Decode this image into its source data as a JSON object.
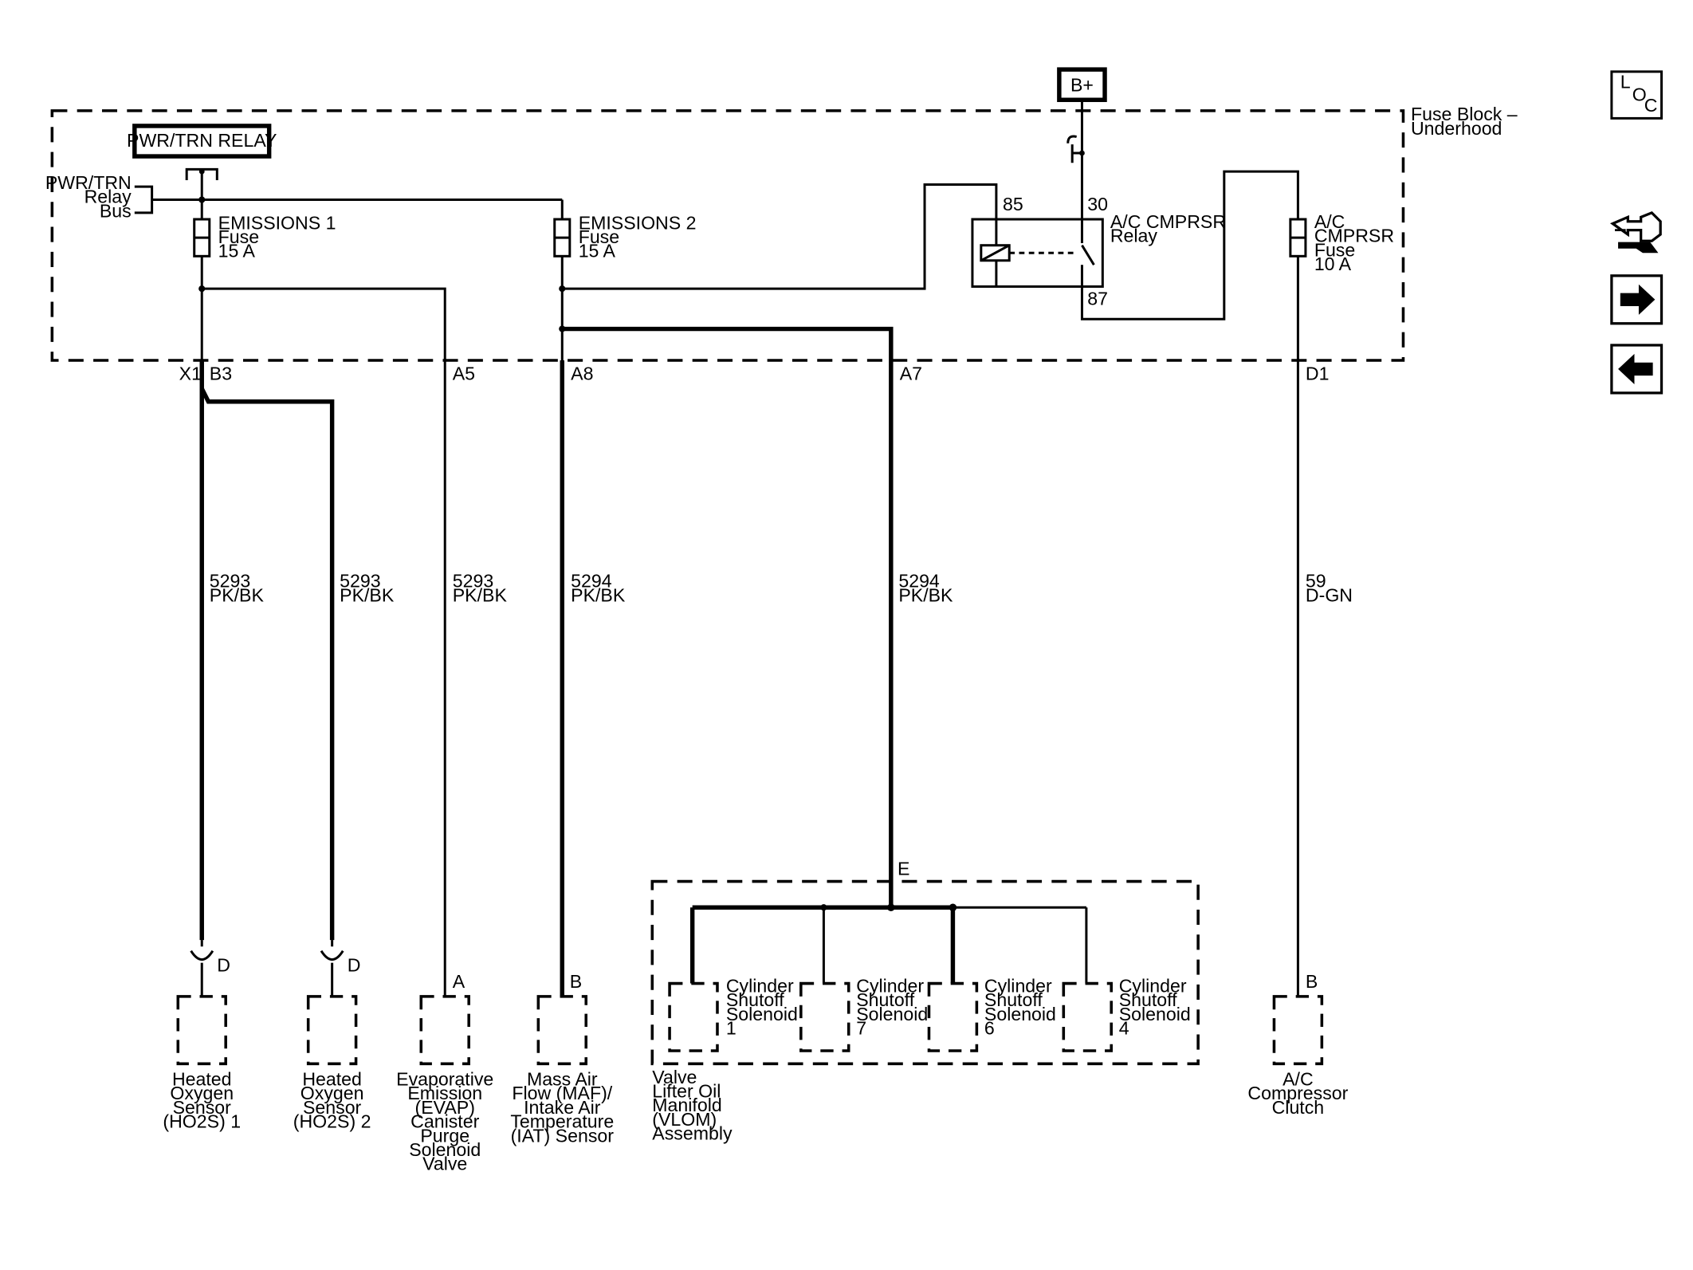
{
  "nav": {
    "loc_l": "L",
    "loc_o": "O",
    "loc_c": "C",
    "colors": {
      "line": "#000000",
      "background": "#ffffff"
    }
  },
  "labels": {
    "bplus": "B+",
    "pwr_relay_box": "PWR/TRN RELAY",
    "fuse_block_1": "Fuse Block –",
    "fuse_block_2": "Underhood",
    "relay_bus_1": "PWR/TRN",
    "relay_bus_2": "Relay",
    "relay_bus_3": "Bus",
    "em1_name": "EMISSIONS 1",
    "em1_type": "Fuse",
    "em1_rating": "15 A",
    "em2_name": "EMISSIONS 2",
    "em2_type": "Fuse",
    "em2_rating": "15 A",
    "ac_relay_1": "A/C CMPRSR",
    "ac_relay_2": "Relay",
    "pin85": "85",
    "pin30": "30",
    "pin87": "87",
    "ac_fuse_1": "A/C",
    "ac_fuse_2": "CMPRSR",
    "ac_fuse_3": "Fuse",
    "ac_fuse_4": "10 A",
    "c_x1": "X1",
    "c_b3": "B3",
    "c_a5": "A5",
    "c_a8": "A8",
    "c_a7": "A7",
    "c_d1": "D1",
    "w1_num": "5293",
    "w1_col": "PK/BK",
    "w2_num": "5293",
    "w2_col": "PK/BK",
    "w3_num": "5293",
    "w3_col": "PK/BK",
    "w4_num": "5294",
    "w4_col": "PK/BK",
    "w5_num": "5294",
    "w5_col": "PK/BK",
    "w6_num": "59",
    "w6_col": "D-GN",
    "c_e": "E",
    "p1_pin": "D",
    "p2_pin": "D",
    "p3_pin": "A",
    "p4_pin": "B",
    "p7_pin": "B",
    "sol1": [
      "Cylinder",
      "Shutoff",
      "Solenoid",
      "1"
    ],
    "sol2": [
      "Cylinder",
      "Shutoff",
      "Solenoid",
      "7"
    ],
    "sol3": [
      "Cylinder",
      "Shutoff",
      "Solenoid",
      "6"
    ],
    "sol4": [
      "Cylinder",
      "Shutoff",
      "Solenoid",
      "4"
    ],
    "ho2s1": [
      "Heated",
      "Oxygen",
      "Sensor",
      "(HO2S) 1"
    ],
    "ho2s2": [
      "Heated",
      "Oxygen",
      "Sensor",
      "(HO2S) 2"
    ],
    "evap": [
      "Evaporative",
      "Emission",
      "(EVAP)",
      "Canister",
      "Purge",
      "Solenoid",
      "Valve"
    ],
    "maf": [
      "Mass Air",
      "Flow (MAF)/",
      "Intake Air",
      "Temperature",
      "(IAT) Sensor"
    ],
    "vlom": [
      "Valve",
      "Lifter Oil",
      "Manifold",
      "(VLOM)",
      "Assembly"
    ],
    "ac_clutch": [
      "A/C",
      "Compressor",
      "Clutch"
    ]
  }
}
